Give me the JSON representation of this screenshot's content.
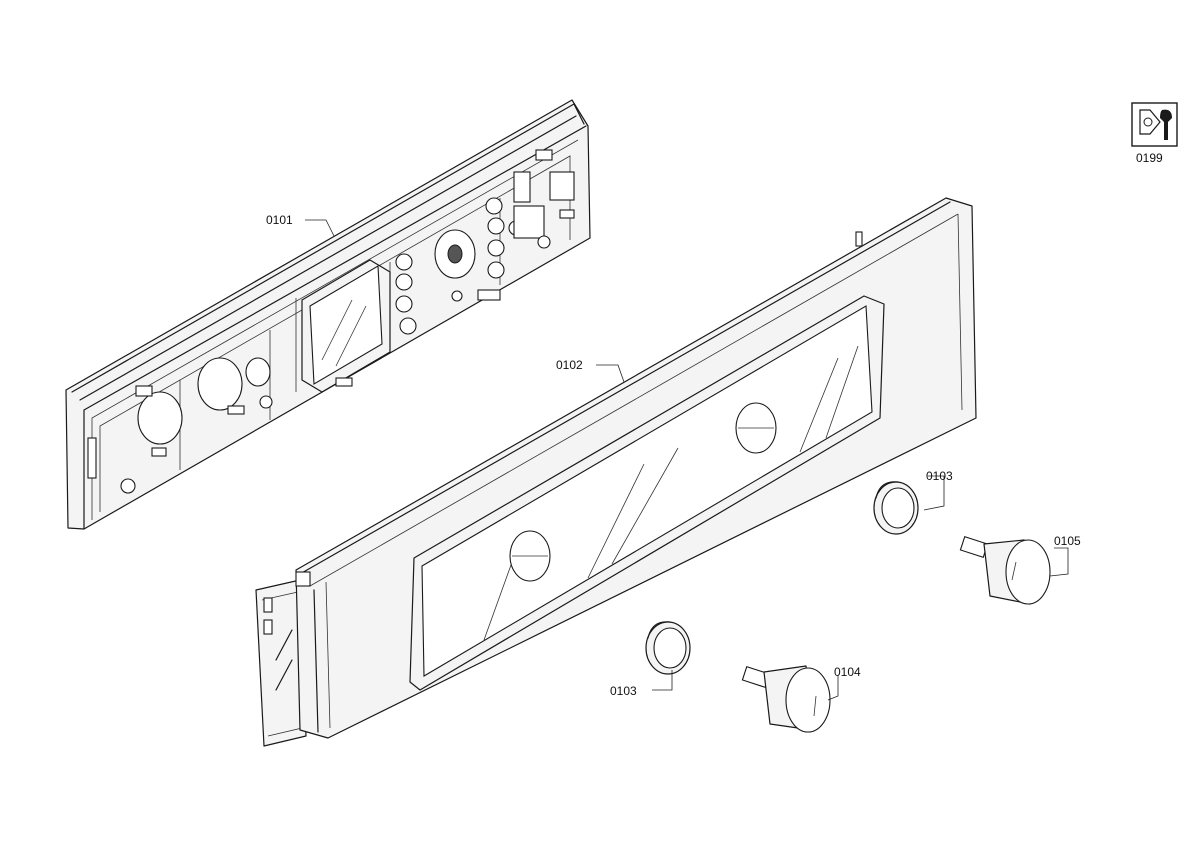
{
  "labels": {
    "p0101": "0101",
    "p0102": "0102",
    "p0103_upper": "0103",
    "p0103_lower": "0103",
    "p0104": "0104",
    "p0105": "0105",
    "p0199": "0199"
  },
  "icons": {
    "service": "wrench-icon"
  }
}
